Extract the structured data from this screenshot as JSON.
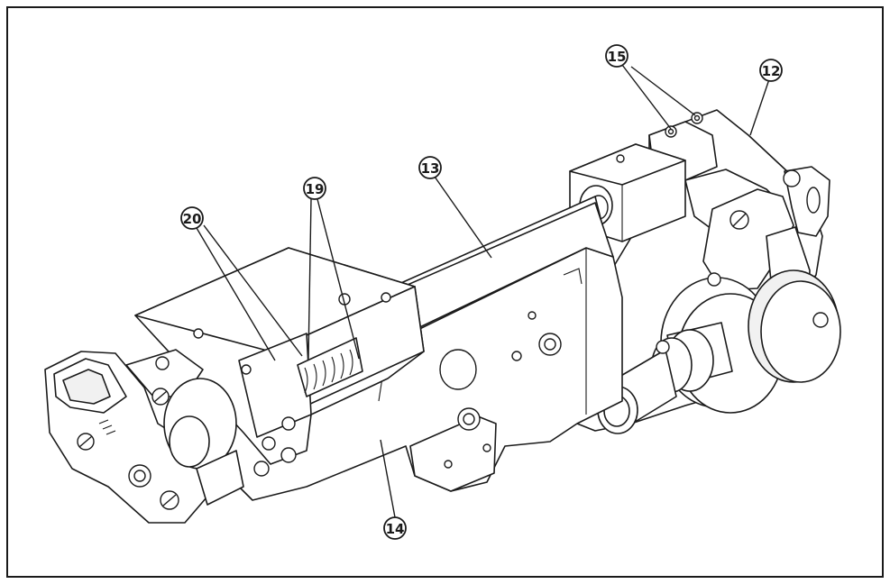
{
  "callouts": [
    {
      "id": "c12",
      "number": "12"
    },
    {
      "id": "c13",
      "number": "13"
    },
    {
      "id": "c14",
      "number": "14"
    },
    {
      "id": "c15",
      "number": "15"
    },
    {
      "id": "c19",
      "number": "19"
    },
    {
      "id": "c20",
      "number": "20"
    }
  ],
  "colors": {
    "line": "#1a1a1a",
    "background": "#ffffff",
    "shade": "#f1f1f1"
  }
}
